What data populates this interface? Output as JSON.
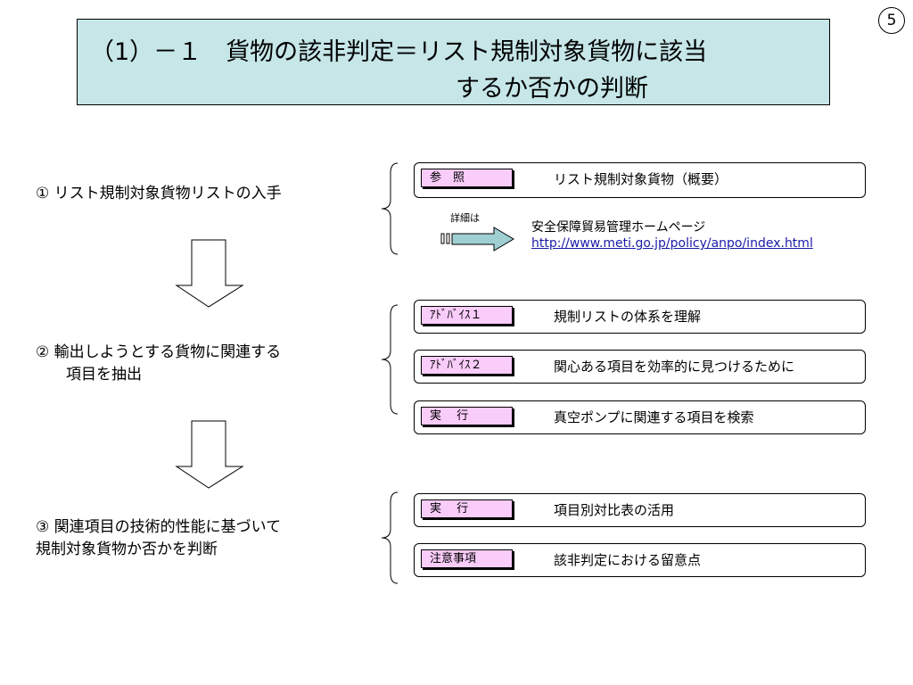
{
  "slide": {
    "page_number": "5"
  },
  "title": {
    "line1": "（1）－１　貨物の該非判定＝リスト規制対象貨物に該当",
    "line2": "するか否かの判断"
  },
  "steps": [
    {
      "line1": "①  リスト規制対象貨物リストの入手"
    },
    {
      "line1": "②  輸出しようとする貨物に関連する",
      "line2": "項目を抽出"
    },
    {
      "line1": "③  関連項目の技術的性能に基づいて",
      "line2": "規制対象貨物か否かを判断"
    }
  ],
  "rows": [
    {
      "tag": "参　照",
      "text": "リスト規制対象貨物（概要）"
    },
    {
      "tag": "ｱﾄﾞﾊﾞｲｽ１",
      "text": "規制リストの体系を理解"
    },
    {
      "tag": "ｱﾄﾞﾊﾞｲｽ２",
      "text": "関心ある項目を効率的に見つけるために"
    },
    {
      "tag": "実　 行",
      "text": "真空ポンプに関連する項目を検索"
    },
    {
      "tag": "実　 行",
      "text": "項目別対比表の活用"
    },
    {
      "tag": "注意事項",
      "text": "該非判定における留意点"
    }
  ],
  "details": {
    "label": "詳細は",
    "site_name": "安全保障貿易管理ホームページ",
    "url": "http://www.meti.go.jp/policy/anpo/index.html"
  },
  "colors": {
    "title_bg": "#c6e6e8",
    "tag_bg": "#f9ccf9",
    "arrow_fill": "#9fcfd3",
    "link": "#1a1aa8"
  }
}
